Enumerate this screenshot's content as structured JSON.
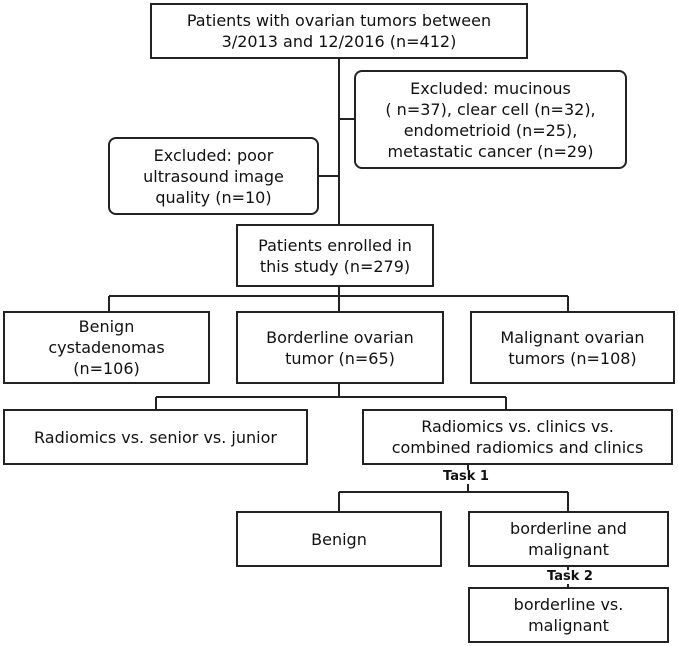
{
  "boxes": {
    "patients_total": [
      "Patients with ovarian tumors between",
      "3/2013 and 12/2016 (n=412)"
    ],
    "excluded_histology": [
      "Excluded: mucinous",
      "( n=37), clear cell (n=32),",
      "endometrioid (n=25),",
      "metastatic cancer (n=29)"
    ],
    "excluded_image_quality": [
      "Excluded: poor",
      "ultrasound image",
      "quality (n=10)"
    ],
    "enrolled": [
      "Patients enrolled in",
      "this study (n=279)"
    ],
    "benign_cystadenomas": [
      "Benign",
      "cystadenomas",
      "(n=106)"
    ],
    "borderline": [
      "Borderline ovarian",
      "tumor (n=65)"
    ],
    "malignant": [
      "Malignant ovarian",
      "tumors (n=108)"
    ],
    "radiomics_vs_readers": [
      "Radiomics vs. senior vs. junior"
    ],
    "radiomics_vs_clinics": [
      "Radiomics vs. clinics vs.",
      "combined radiomics and clinics"
    ],
    "benign": [
      "Benign"
    ],
    "borderline_and_malignant": [
      "borderline and",
      "malignant"
    ],
    "borderline_vs_malignant": [
      "borderline vs.",
      "malignant"
    ]
  },
  "labels": {
    "task1": "Task 1",
    "task2": "Task 2"
  }
}
